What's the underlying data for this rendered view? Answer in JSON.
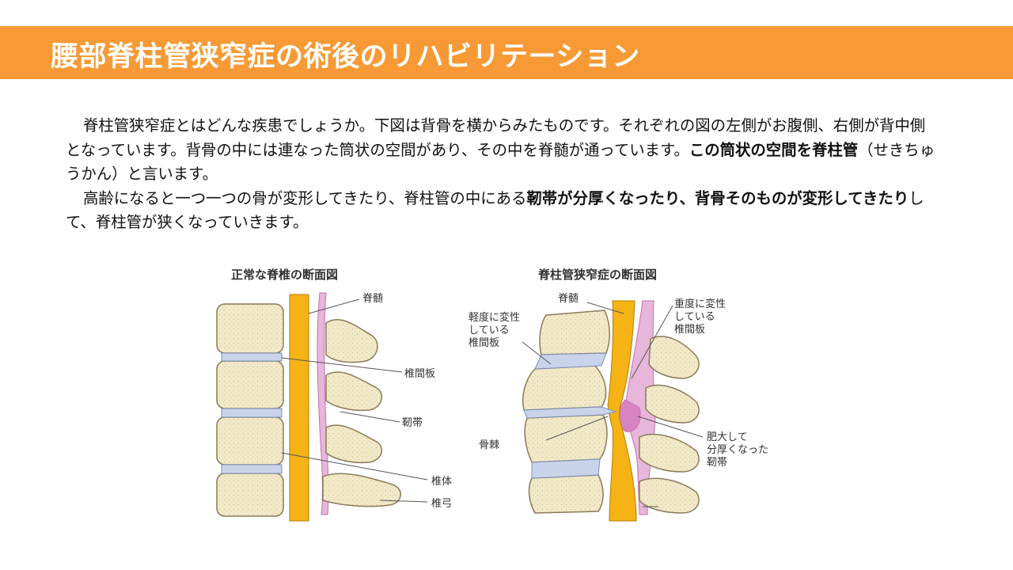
{
  "slide": {
    "title": "腰部脊柱管狭窄症の術後のリハビリテーション",
    "colors": {
      "banner": "#f79a35",
      "title": "#ffffff",
      "body_text": "#111111"
    }
  },
  "body": {
    "p1_a": "脊柱管狭窄症とはどんな疾患でしょうか。下図は背骨を横からみたものです。それぞれの図の左側がお腹側、右側が背中側となっています。背骨の中には連なった筒状の空間があり、その中を脊髄が通っています。",
    "p1_bold": "この筒状の空間を脊柱管",
    "p1_c": "（せきちゅうかん）と言います。",
    "p2_a": "高齢になると一つ一つの骨が変形してきたり、脊柱管の中にある",
    "p2_bold": "靭帯が分厚くなったり、背骨そのものが変形してきたり",
    "p2_c": "して、脊柱管が狭くなっていきます。"
  },
  "figure": {
    "normal": {
      "title": "正常な脊椎の断面図",
      "labels": [
        "脊髄",
        "椎間板",
        "靭帯",
        "椎体",
        "椎弓"
      ]
    },
    "stenosis": {
      "title": "脊柱管狭窄症の断面図",
      "label_spinal_cord": "脊髄",
      "label_mild_disc": [
        "軽度に変性",
        "している",
        "椎間板"
      ],
      "label_severe_disc": [
        "重度に変性",
        "している",
        "椎間板"
      ],
      "label_spur": "骨棘",
      "label_ligament": [
        "肥大して",
        "分厚くなった",
        "靭帯"
      ]
    },
    "colors": {
      "bone": "#f1e9c8",
      "bone_outline": "#8a7a58",
      "cord": "#f5b316",
      "disc": "#c9d4ea",
      "ligament": "#d884c3",
      "line": "#555555"
    }
  }
}
